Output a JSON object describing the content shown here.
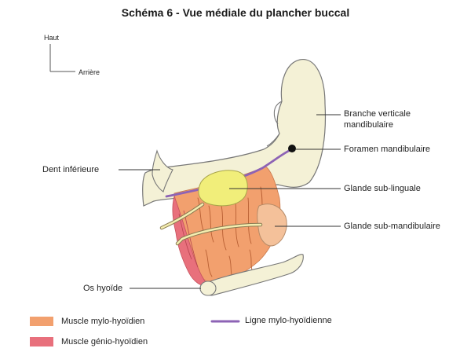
{
  "title": "Schéma 6 - Vue médiale du plancher buccal",
  "orientation": {
    "up": "Haut",
    "back": "Arrière"
  },
  "labels": {
    "branche_line1": "Branche verticale",
    "branche_line2": "mandibulaire",
    "foramen": "Foramen mandibulaire",
    "dent": "Dent inférieure",
    "glande_sub_linguale": "Glande sub-linguale",
    "glande_sub_mandibulaire": "Glande sub-mandibulaire",
    "os_hyoide": "Os hyoïde"
  },
  "legend": {
    "mylo_hyoidien": "Muscle mylo-hyoïdien",
    "genio_hyoidien": "Muscle génio-hyoïdien",
    "ligne_mylo_hyoidienne": "Ligne mylo-hyoïdienne"
  },
  "colors": {
    "bone": "#f4f1d6",
    "mylo_hyoid": "#f2a06e",
    "genio_hyoid": "#e8707c",
    "sublingual": "#f1ee7a",
    "submandibular": "#f4c19a",
    "mylo_line": "#8d63b5",
    "outline": "#777777"
  }
}
